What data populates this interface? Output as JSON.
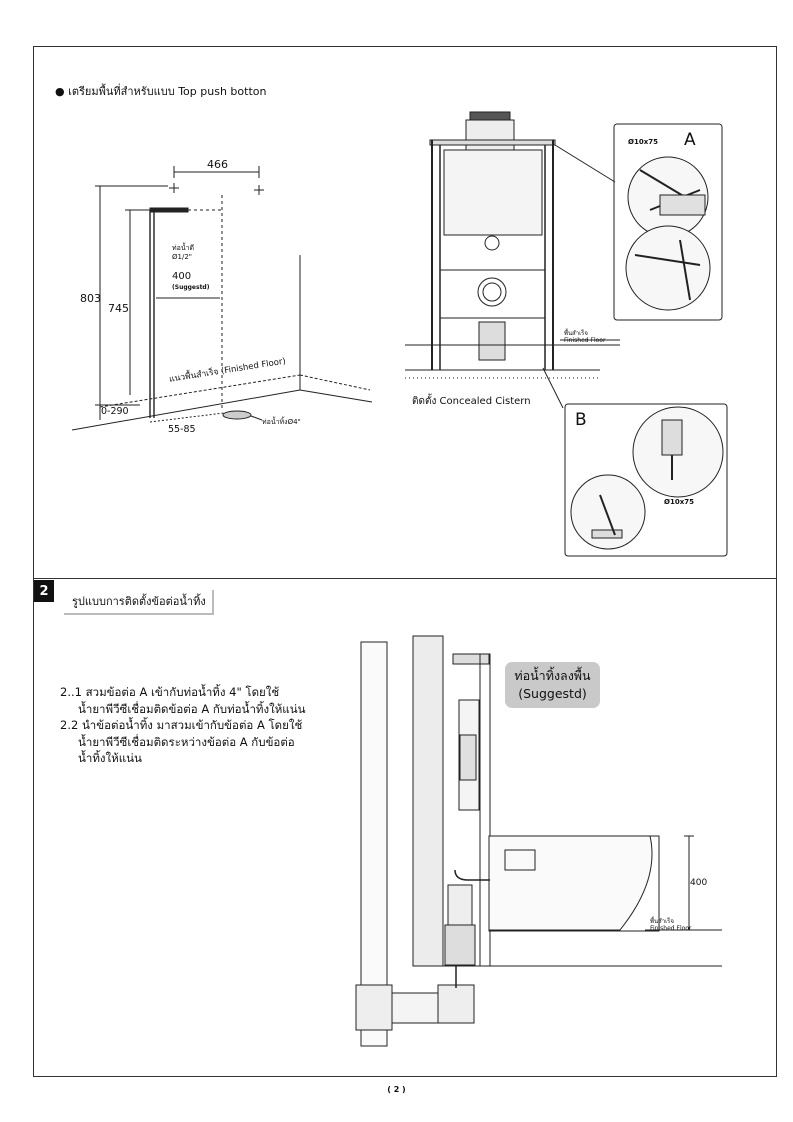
{
  "section1": {
    "heading": "● เตรียมพื้นที่สำหรับแบบ Top push botton",
    "dim_466": "466",
    "dim_803": "803",
    "dim_745": "745",
    "pipe_label": "ท่อน้ำดี",
    "pipe_size": "Ø1/2\"",
    "dim_400": "400",
    "suggested": "(Suggestd)",
    "floor_line_label": "แนวพื้นสำเร็จ (Finished Floor)",
    "dim_0_290": "0-290",
    "dim_55_85": "55-85",
    "drain_label": "ท่อน้ำทิ้งØ4\"",
    "detail_a_letter": "A",
    "detail_a_size": "Ø10x75",
    "finished_floor_th": "พื้นสำเร็จ",
    "finished_floor_en": "Finished Floor",
    "install_caption": "ติดตั้ง Concealed Cistern",
    "detail_b_letter": "B",
    "detail_b_size": "Ø10x75"
  },
  "section2": {
    "number": "2",
    "title": "รูปแบบการติดตั้งข้อต่อน้ำทิ้ง",
    "steps": [
      "2..1 สวมข้อต่อ A เข้ากับท่อน้ำทิ้ง    4\" โดยใช้",
      "น้ำยาพีวีซีเชื่อมติดข้อต่อ A กับท่อน้ำทิ้งให้แน่น",
      "2.2 นำข้อต่อน้ำทิ้ง มาสวมเข้ากับข้อต่อ A โดยใช้",
      "น้ำยาพีวีซีเชื่อมติดระหว่างข้อต่อ A กับข้อต่อ",
      "น้ำทิ้งให้แน่น"
    ],
    "badge_line1": "ท่อน้ำทิ้งลงพื้น",
    "badge_line2": "(Suggestd)",
    "dim_400": "400",
    "finished_floor_th": "พื้นสำเร็จ",
    "finished_floor_en": "Finished Floor"
  },
  "page_number": "( 2 )"
}
